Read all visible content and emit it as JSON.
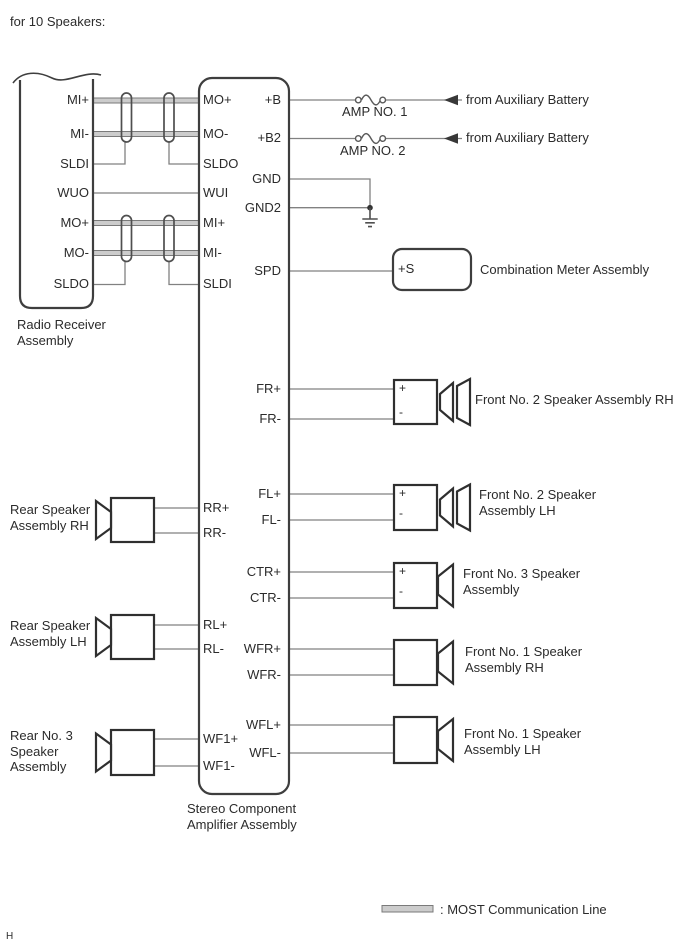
{
  "page": {
    "title": "for 10 Speakers:",
    "footer_mark": "H"
  },
  "legend": {
    "most_label": ": MOST Communication Line"
  },
  "colors": {
    "wire": "#818181",
    "box_stroke": "#3e3e3e",
    "most_fill": "#cccccc",
    "most_edge": "#7a7a7a",
    "text": "#2b2b2b"
  },
  "radio_receiver": {
    "label": "Radio Receiver\nAssembly",
    "pins": [
      "MI+",
      "MI-",
      "SLDI",
      "WUO",
      "MO+",
      "MO-",
      "SLDO"
    ]
  },
  "amplifier": {
    "label": "Stereo Component\nAmplifier Assembly",
    "left_pins": [
      "MO+",
      "MO-",
      "SLDO",
      "WUI",
      "MI+",
      "MI-",
      "SLDI",
      "RR+",
      "RR-",
      "RL+",
      "RL-",
      "WF1+",
      "WF1-"
    ],
    "right_pins": [
      "+B",
      "+B2",
      "GND",
      "GND2",
      "SPD",
      "FR+",
      "FR-",
      "FL+",
      "FL-",
      "CTR+",
      "CTR-",
      "WFR+",
      "WFR-",
      "WFL+",
      "WFL-"
    ]
  },
  "power": {
    "fuses": [
      {
        "name": "AMP NO. 1",
        "source": "from Auxiliary Battery"
      },
      {
        "name": "AMP NO. 2",
        "source": "from Auxiliary Battery"
      }
    ]
  },
  "meter": {
    "pin": "+S",
    "label": "Combination Meter Assembly"
  },
  "speakers": {
    "right": [
      {
        "label": "Front No. 2 Speaker Assembly RH",
        "plus": "+",
        "minus": "-"
      },
      {
        "label": "Front No. 2 Speaker\nAssembly LH",
        "plus": "+",
        "minus": "-"
      },
      {
        "label": "Front No. 3 Speaker\nAssembly",
        "plus": "+",
        "minus": "-"
      },
      {
        "label": "Front No. 1 Speaker\nAssembly RH"
      },
      {
        "label": "Front No. 1 Speaker\nAssembly LH"
      }
    ],
    "left": [
      {
        "label": "Rear Speaker\nAssembly RH"
      },
      {
        "label": "Rear Speaker\nAssembly LH"
      },
      {
        "label": "Rear No. 3\nSpeaker\nAssembly"
      }
    ]
  }
}
